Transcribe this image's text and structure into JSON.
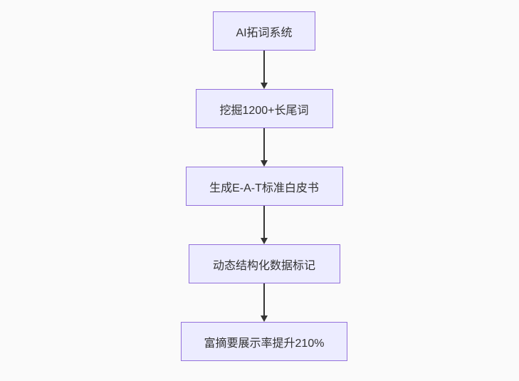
{
  "flowchart": {
    "type": "flowchart",
    "direction": "top-down",
    "background_color": "#fafafa",
    "node_fill_color": "#ECECFF",
    "node_border_color": "#9370DB",
    "arrow_color": "#333333",
    "text_color": "#333333",
    "nodes": [
      {
        "label": "AI拓词系统"
      },
      {
        "label": "挖掘1200+长尾词"
      },
      {
        "label": "生成E-A-T标准白皮书"
      },
      {
        "label": "动态结构化数据标记"
      },
      {
        "label": "富摘要展示率提升210%"
      }
    ],
    "edges": [
      {
        "from": 0,
        "to": 1,
        "style": "solid-arrow"
      },
      {
        "from": 1,
        "to": 2,
        "style": "solid-arrow"
      },
      {
        "from": 2,
        "to": 3,
        "style": "solid-arrow"
      },
      {
        "from": 3,
        "to": 4,
        "style": "solid-arrow"
      }
    ]
  }
}
